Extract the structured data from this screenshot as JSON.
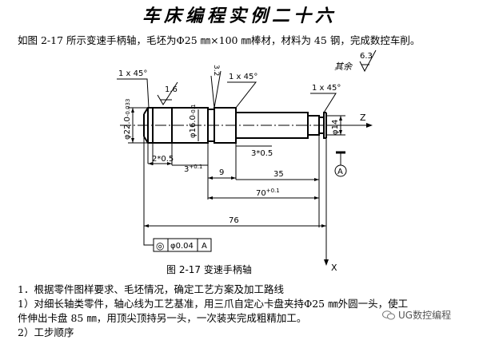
{
  "doc": {
    "title": "车床编程实例二十六",
    "intro": "如图 2-17 所示变速手柄轴，毛坯为Φ25 ㎜×100 ㎜棒材，材料为 45 钢，完成数控车削。",
    "paragraphs": [
      "1．根据零件图样要求、毛坯情况，确定工艺方案及加工路线",
      "1）对细长轴类零件，轴心线为工艺基准，用三爪自定心卡盘夹持Φ25 ㎜外圆一头，使工",
      "件伸出卡盘 85 ㎜，用顶尖顶持另一头，一次装夹完成粗精加工。",
      "2）工步顺序"
    ]
  },
  "drawing": {
    "caption": "图 2-17   变速手柄轴",
    "roughness_rest_label": "其余",
    "roughness_rest_value": "6.3",
    "roughness_1": "1.6",
    "roughness_2": "3.2",
    "chamfer_1": "1 x 45°",
    "chamfer_2": "1 x 45°",
    "chamfer_3": "1 x 45°",
    "dia_main": "φ22.0",
    "dia_main_tol": "-0.033",
    "dia_mid": "φ16.0",
    "dia_mid_tol": "-0.1",
    "dia_small": "φ14",
    "groove_1": "2*0.5",
    "groove_2": "3*0.5",
    "dim_3": "3",
    "dim_3_tol": "+0.1",
    "dim_9": "9",
    "dim_35": "35",
    "dim_70": "70",
    "dim_70_tol": "+0.1",
    "dim_76": "76",
    "tol_symbol": "◎",
    "tol_value": "φ0.04",
    "tol_datum": "A",
    "datum_label": "A",
    "axis_z": "Z",
    "axis_x": "X"
  },
  "watermark": {
    "text": "UG数控编程",
    "icon": "wechat-icon"
  }
}
